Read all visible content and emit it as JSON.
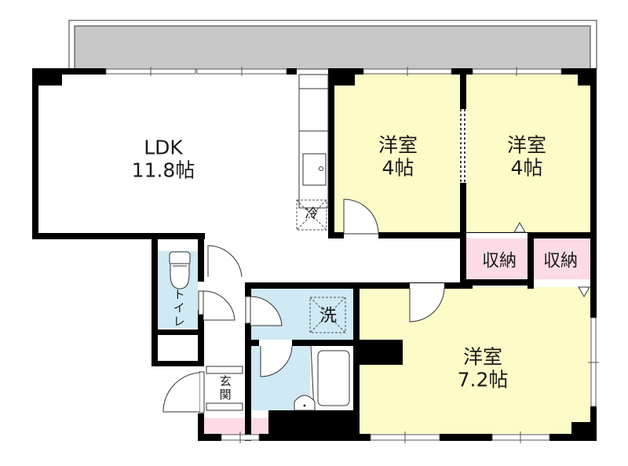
{
  "floor_plan": {
    "colors": {
      "wall": "#000000",
      "balcony": "#c8c8c8",
      "western_room": "#fdfcc8",
      "water_area": "#cfe9f5",
      "storage": "#fcdbe6",
      "ldk": "#ffffff"
    },
    "rooms": [
      {
        "id": "ldk",
        "name": "LDK",
        "area": "11.8帖"
      },
      {
        "id": "western-room-1",
        "name": "洋室",
        "area": "4帖"
      },
      {
        "id": "western-room-2",
        "name": "洋室",
        "area": "4帖"
      },
      {
        "id": "western-room-3",
        "name": "洋室",
        "area": "7.2帖"
      }
    ],
    "storage": [
      {
        "id": "storage-1",
        "label": "収納"
      },
      {
        "id": "storage-2",
        "label": "収納"
      }
    ],
    "fixtures": {
      "toilet": "トイレ",
      "washer": "洗",
      "refrigerator": "冷",
      "entrance": "玄関"
    }
  }
}
